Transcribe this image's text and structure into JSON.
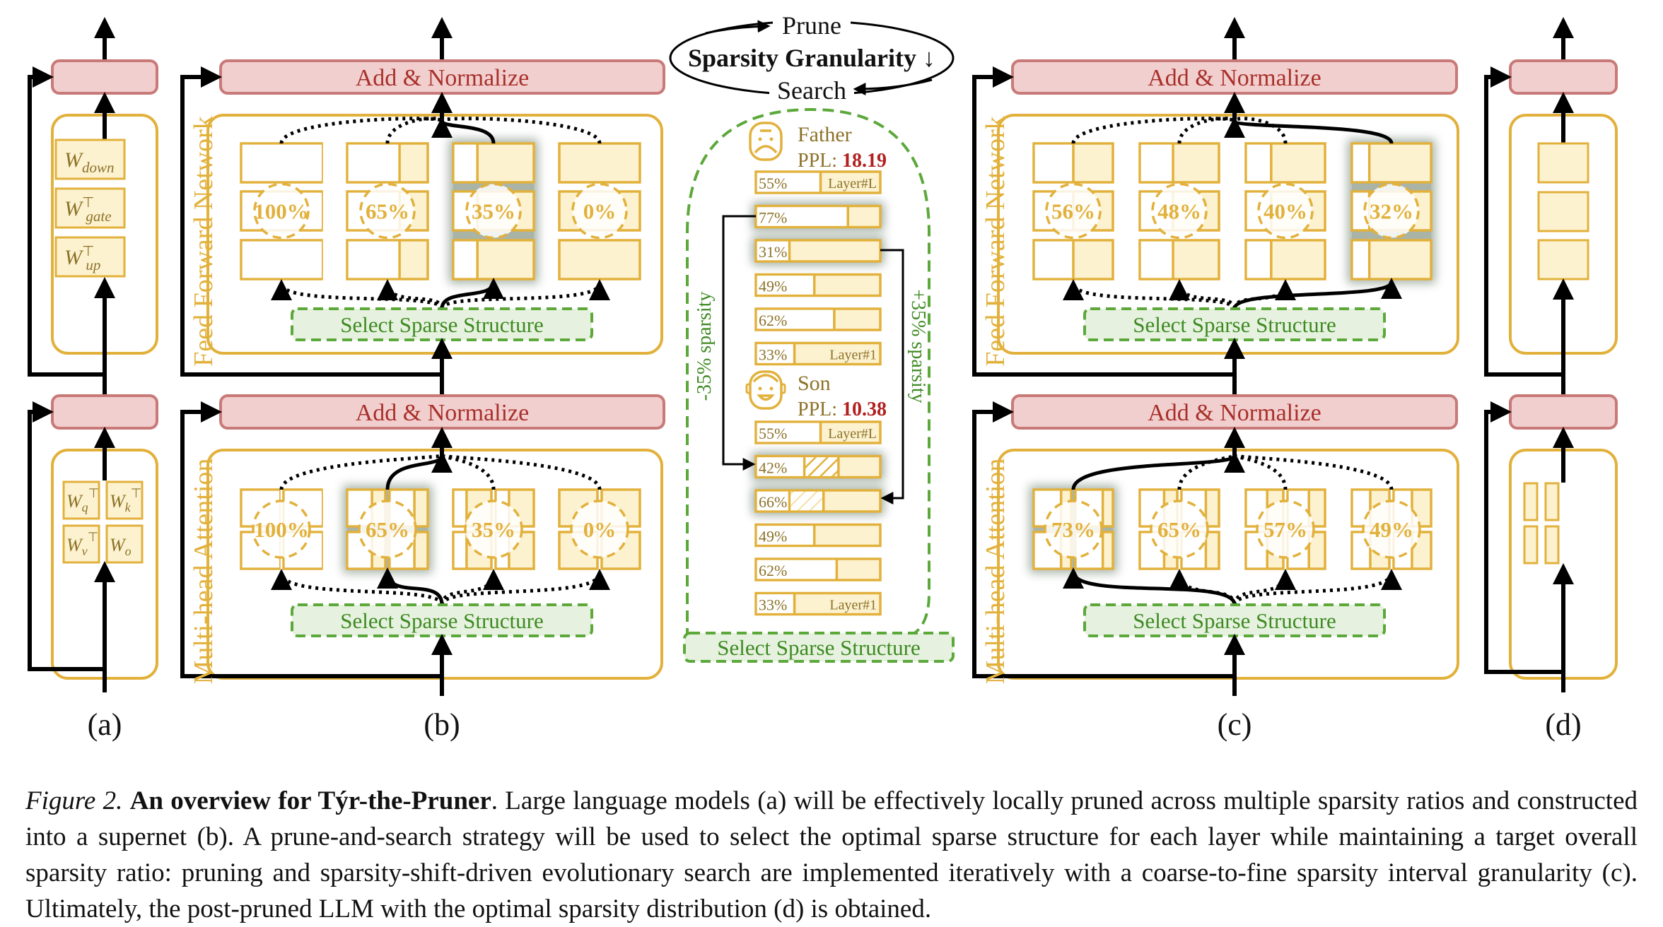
{
  "colors": {
    "gold": "#E2B13C",
    "gold_fill": "#FDF2D0",
    "gold_text": "#8C7228",
    "pct_text": "#E2B13C",
    "norm_fill": "#F2CFCF",
    "norm_stroke": "#C87A78",
    "norm_text": "#A8302A",
    "green": "#5CA83A",
    "green_fill": "#E6F2DF",
    "green_text": "#3E8A22",
    "ppl_red": "#B22020",
    "glow": "#5E7360",
    "black": "#000000"
  },
  "header": {
    "prune": "Prune",
    "granularity": "Sparsity Granularity ↓",
    "search": "Search"
  },
  "labels": {
    "add_normalize": "Add & Normalize",
    "ffn": "Feed Forward Network",
    "mha": "Multi-head Attention",
    "select": "Select Sparse Structure",
    "panel_a": "(a)",
    "panel_b": "(b)",
    "panel_c": "(c)",
    "panel_d": "(d)"
  },
  "panel_a": {
    "ffn_weights": [
      {
        "base": "W",
        "sub": "down",
        "sup": ""
      },
      {
        "base": "W",
        "sub": "gate",
        "sup": "⊤"
      },
      {
        "base": "W",
        "sub": "up",
        "sup": "⊤"
      }
    ],
    "attn_weights": [
      {
        "base": "W",
        "sub": "q",
        "sup": "⊤"
      },
      {
        "base": "W",
        "sub": "k",
        "sup": "⊤"
      },
      {
        "base": "W",
        "sub": "v",
        "sup": "⊤"
      },
      {
        "base": "W",
        "sub": "o",
        "sup": ""
      }
    ]
  },
  "panel_b": {
    "ffn_candidates": [
      {
        "label": "100%",
        "kept": 1.0,
        "selected": false
      },
      {
        "label": "65%",
        "kept": 0.65,
        "selected": false
      },
      {
        "label": "35%",
        "kept": 0.3,
        "selected": true
      },
      {
        "label": "0%",
        "kept": 0.0,
        "selected": false
      }
    ],
    "attn_candidates": [
      {
        "label": "100%",
        "kept": 1.0,
        "selected": false
      },
      {
        "label": "65%",
        "kept": 0.65,
        "selected": true
      },
      {
        "label": "35%",
        "kept": 0.35,
        "selected": false
      },
      {
        "label": "0%",
        "kept": 0.0,
        "selected": false
      }
    ]
  },
  "panel_c": {
    "ffn_candidates": [
      {
        "label": "56%",
        "kept": 0.5,
        "selected": false
      },
      {
        "label": "48%",
        "kept": 0.42,
        "selected": false
      },
      {
        "label": "40%",
        "kept": 0.32,
        "selected": false
      },
      {
        "label": "32%",
        "kept": 0.22,
        "selected": true
      }
    ],
    "attn_candidates": [
      {
        "label": "73%",
        "kept": 0.73,
        "selected": true
      },
      {
        "label": "65%",
        "kept": 0.65,
        "selected": false
      },
      {
        "label": "57%",
        "kept": 0.57,
        "selected": false
      },
      {
        "label": "49%",
        "kept": 0.49,
        "selected": false
      }
    ]
  },
  "search": {
    "father": {
      "name": "Father",
      "ppl_label": "PPL:",
      "ppl_value": "18.19",
      "layers": [
        {
          "pct": "55%",
          "kept": 0.52,
          "tag": "Layer#L",
          "glow": false,
          "hatch": 0
        },
        {
          "pct": "77%",
          "kept": 0.74,
          "tag": "",
          "glow": true,
          "hatch": 0
        },
        {
          "pct": "31%",
          "kept": 0.27,
          "tag": "",
          "glow": true,
          "hatch": 0
        },
        {
          "pct": "49%",
          "kept": 0.47,
          "tag": "",
          "glow": false,
          "hatch": 0
        },
        {
          "pct": "62%",
          "kept": 0.63,
          "tag": "",
          "glow": false,
          "hatch": 0
        },
        {
          "pct": "33%",
          "kept": 0.31,
          "tag": "Layer#1",
          "glow": false,
          "hatch": 0
        }
      ]
    },
    "son": {
      "name": "Son",
      "ppl_label": "PPL:",
      "ppl_value": "10.38",
      "layers": [
        {
          "pct": "55%",
          "kept": 0.52,
          "tag": "Layer#L",
          "glow": false,
          "hatch": 0
        },
        {
          "pct": "42%",
          "kept": 0.39,
          "tag": "",
          "glow": true,
          "hatch": 0.33,
          "hatch_style": "strong"
        },
        {
          "pct": "66%",
          "kept": 0.27,
          "tag": "",
          "glow": true,
          "hatch": 0.33,
          "hatch_style": "light"
        },
        {
          "pct": "49%",
          "kept": 0.47,
          "tag": "",
          "glow": false,
          "hatch": 0
        },
        {
          "pct": "62%",
          "kept": 0.65,
          "tag": "",
          "glow": false,
          "hatch": 0
        },
        {
          "pct": "33%",
          "kept": 0.31,
          "tag": "Layer#1",
          "glow": false,
          "hatch": 0
        }
      ]
    },
    "minus_label": "-35% sparsity",
    "plus_label": "+35% sparsity",
    "select": "Select Sparse Structure"
  },
  "caption": {
    "fig_label": "Figure 2.",
    "title": "An overview for Týr-the-Pruner",
    "body": ". Large language models (a) will be effectively locally pruned across multiple sparsity ratios and constructed into a supernet (b). A prune-and-search strategy will be used to select the optimal sparse structure for each layer while maintaining a target overall sparsity ratio: pruning and sparsity-shift-driven evolutionary search are implemented iteratively with a coarse-to-fine sparsity interval granularity (c). Ultimately, the post-pruned LLM with the optimal sparsity distribution (d) is obtained."
  }
}
